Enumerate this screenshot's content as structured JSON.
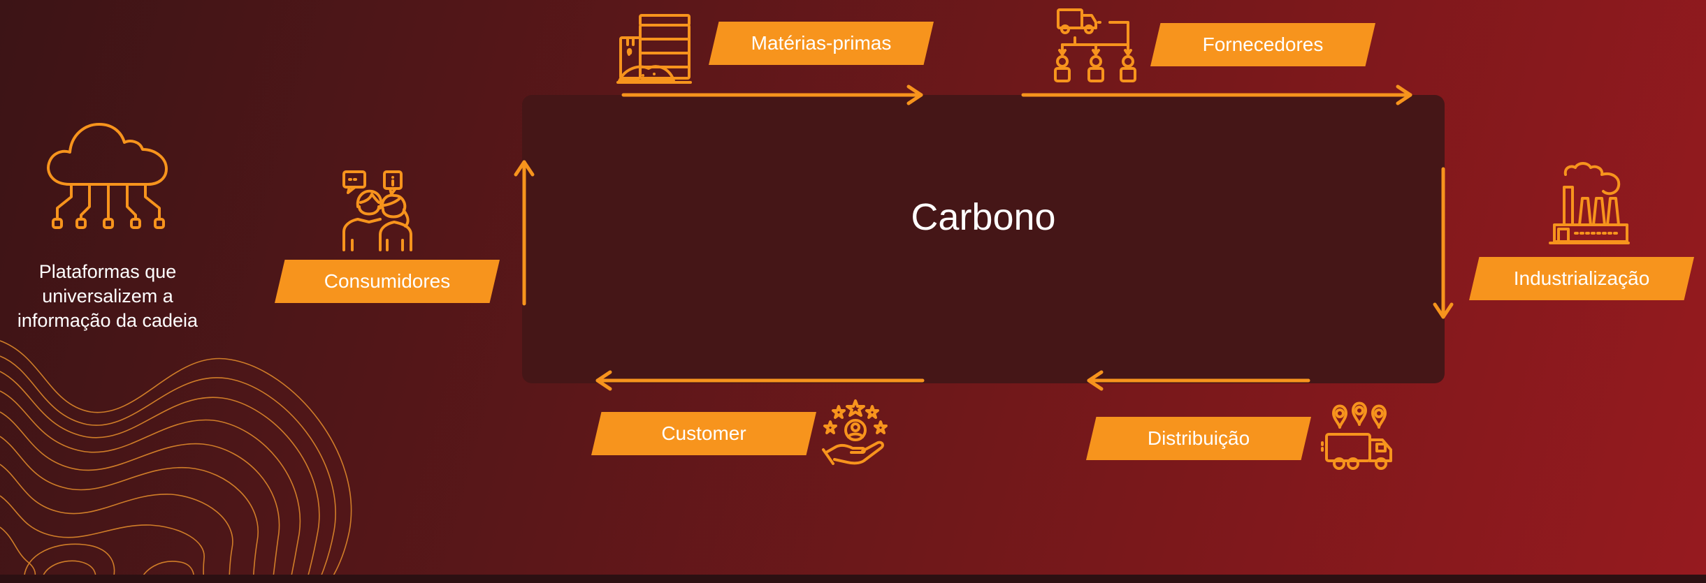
{
  "center": {
    "title": "Carbono"
  },
  "labels": {
    "materias_primas": "Matérias-primas",
    "fornecedores": "Fornecedores",
    "industrializacao": "Industrialização",
    "distribuicao": "Distribuição",
    "customer": "Customer",
    "consumidores": "Consumidores"
  },
  "side": {
    "line1": "Plataformas que",
    "line2": "universalizem a",
    "line3": "informação da cadeia"
  },
  "colors": {
    "accent": "#f7941d",
    "box": "#451617",
    "text": "#ffffff"
  },
  "icons": [
    "cloud-network-icon",
    "raw-materials-icon",
    "supplier-network-icon",
    "factory-icon",
    "delivery-truck-icon",
    "customer-rating-icon",
    "consumers-chat-icon"
  ]
}
